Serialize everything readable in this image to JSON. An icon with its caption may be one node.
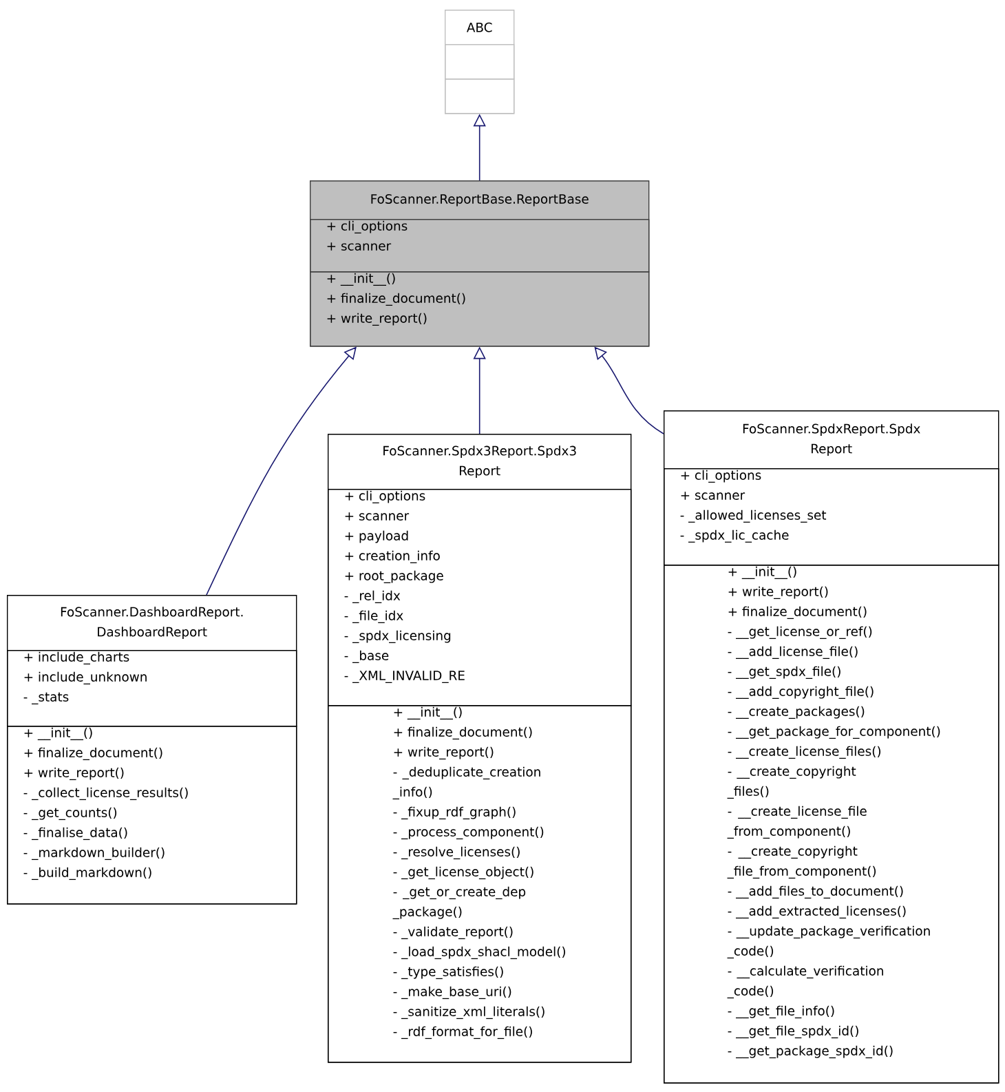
{
  "diagram": {
    "nodes": [
      {
        "text": [
          "ABC"
        ]
      },
      {
        "text": [],
        "shape": "box",
        "in": 0
      },
      {
        "text": [],
        "shape": "box",
        "in": 0
      },
      {
        "text": [
          "FoScanner.ReportBase.ReportBase"
        ]
      },
      {
        "text": [
          "+ cli_options",
          "+ scanner"
        ],
        "in": 3
      },
      {
        "text": [
          "+ __init__()",
          "+ finalize_document()",
          "+ write_report()"
        ],
        "in": 3
      },
      {
        "text": [
          "FoScanner.DashboardReport. DashboardReport"
        ]
      },
      {
        "text": [
          "+ include_charts",
          "+ include_unknown",
          "- _stats"
        ],
        "in": 6
      },
      {
        "text": [
          "+ __init__()",
          "+ finalize_document()",
          "+ write_report()",
          "- _collect_license_results()",
          "- _get_counts()",
          "- _finalise_data()",
          "- _markdown_builder()",
          "- _build_markdown()"
        ],
        "in": 6
      },
      {
        "text": [
          "FoScanner.Spdx3Report.Spdx3 Report"
        ]
      },
      {
        "text": [
          "+ cli_options",
          "+ scanner",
          "+ payload",
          "+ creation_info",
          "+ root_package",
          "- _rel_idx",
          "- _file_idx",
          "- _spdx_licensing",
          "- _base",
          "- _XML_INVALID_RE"
        ],
        "in": 9
      },
      {
        "text": [
          "+ __init__()",
          "+ finalize_document()",
          "+ write_report()",
          "- _deduplicate_creation _info()",
          "- _fixup_rdf_graph()",
          "- _process_component()",
          "- _resolve_licenses()",
          "- _get_license_object()",
          "- _get_or_create_dep _package()",
          "- _validate_report()",
          "- _load_spdx_shacl_model()",
          "- _type_satisfies()",
          "- _make_base_uri()",
          "- _sanitize_xml_literals()",
          "- _rdf_format_for_file()"
        ],
        "in": 9
      },
      {
        "text": [
          "FoScanner.SpdxReport.Spdx Report"
        ]
      },
      {
        "text": [
          "+ cli_options",
          "+ scanner",
          "- _allowed_licenses_set",
          "- _spdx_lic_cache"
        ],
        "in": 12
      },
      {
        "text": [
          "+ __init__()",
          "+ write_report()",
          "+ finalize_document()",
          "- __get_license_or_ref()",
          "- __add_license_file()",
          "- __get_spdx_file()",
          "- __add_copyright_file()",
          "- __create_packages()",
          "- __get_package_for_component()",
          "- __create_license_files()",
          "- __create_copyright _files()",
          "- __create_license_file _from_component()",
          "- __create_copyright _file_from_component()",
          "- __add_files_to_document()",
          "- __add_extracted_licenses()",
          "- __update_package_verification _code()",
          "- __calculate_verification _code()",
          "- __get_file_info()",
          "- __get_file_spdx_id()",
          "- __get_package_spdx_id()"
        ],
        "in": 12
      }
    ],
    "edges": [
      {
        "from": 3,
        "to": 0,
        "arrow": "to"
      },
      {
        "from": 6,
        "to": 3,
        "arrow": "to"
      },
      {
        "from": 9,
        "to": 3,
        "arrow": "to"
      },
      {
        "from": 12,
        "to": 3,
        "arrow": "to"
      }
    ]
  }
}
